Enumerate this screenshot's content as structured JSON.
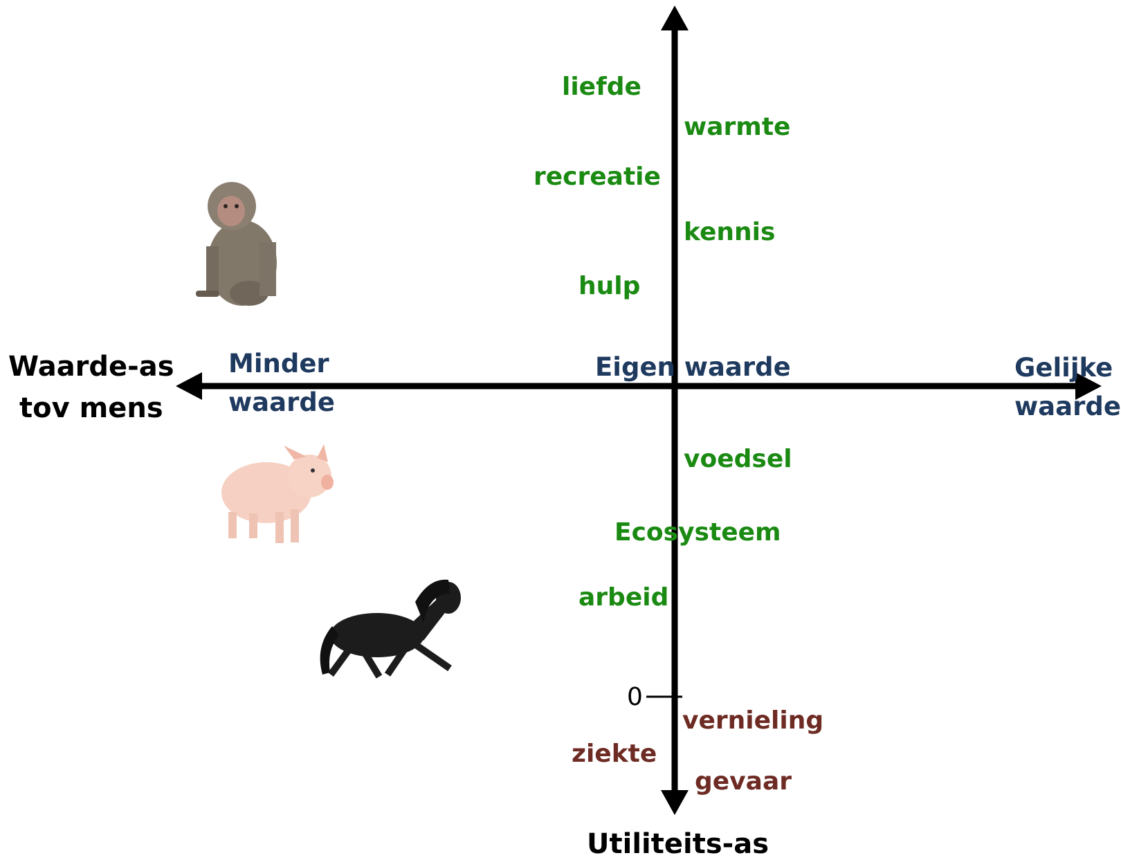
{
  "colors": {
    "green": "#1a8a12",
    "red": "#6e2b24",
    "navy": "#1f3a5f",
    "axis": "#000000"
  },
  "axes": {
    "horizontal_label_line1": "Waarde-as",
    "horizontal_label_line2": "tov mens",
    "vertical_label": "Utiliteits-as",
    "zero_tick": "0"
  },
  "value_scale": {
    "left_line1": "Minder",
    "left_line2": "waarde",
    "center": "Eigen waarde",
    "right_line1": "Gelijke",
    "right_line2": "waarde"
  },
  "utility_positive": [
    "liefde",
    "warmte",
    "recreatie",
    "kennis",
    "hulp",
    "voedsel",
    "Ecosysteem",
    "arbeid"
  ],
  "utility_negative": [
    "vernieling",
    "ziekte",
    "gevaar"
  ],
  "animals": [
    "monkey-icon",
    "pig-icon",
    "horse-icon"
  ]
}
